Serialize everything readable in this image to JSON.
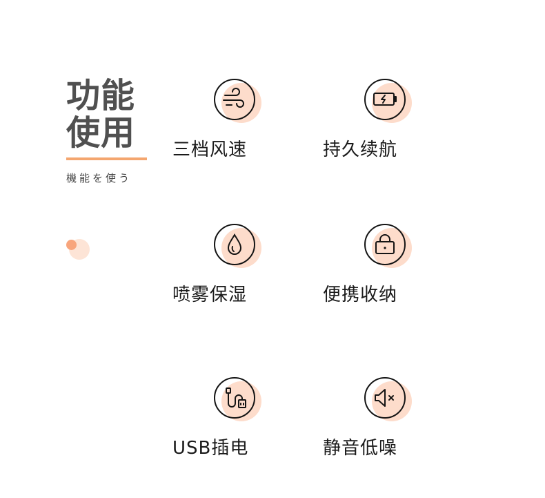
{
  "header": {
    "title_line1": "功能",
    "title_line2": "使用",
    "subtitle": "機能を使う"
  },
  "colors": {
    "accent": "#f4a66f",
    "blob": "#fddccb",
    "dot": "#f8a57c",
    "title": "#505050"
  },
  "features": [
    {
      "label": "三档风速",
      "icon": "wind-icon"
    },
    {
      "label": "持久续航",
      "icon": "battery-icon"
    },
    {
      "label": "喷雾保湿",
      "icon": "water-drop-icon"
    },
    {
      "label": "便携收纳",
      "icon": "bag-icon"
    },
    {
      "label": "USB插电",
      "icon": "usb-cable-icon"
    },
    {
      "label": "静音低噪",
      "icon": "speaker-mute-icon"
    }
  ]
}
